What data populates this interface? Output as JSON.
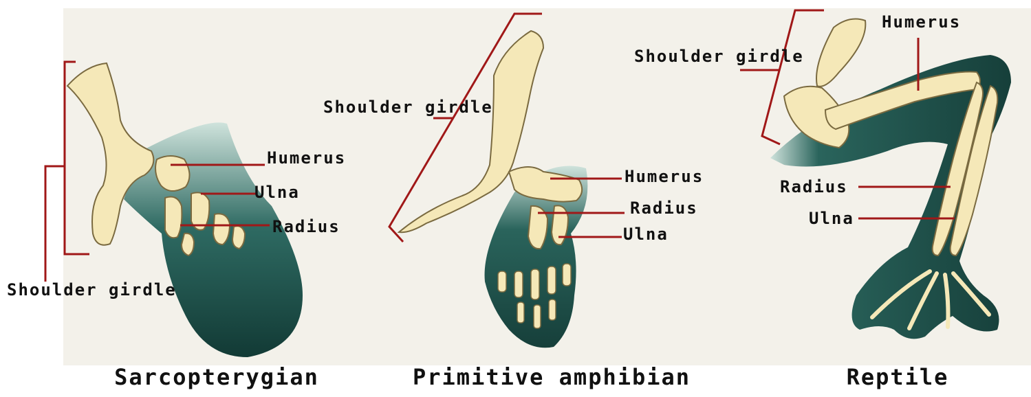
{
  "colors": {
    "bone": "#f5e8b8",
    "bone_outline": "#7a6a40",
    "flesh_dark": "#1e4e48",
    "flesh_light": "#cfe3dc",
    "leader_line": "#a01818",
    "background": "#f3f1ea"
  },
  "panels": [
    {
      "caption": "Sarcopterygian",
      "labels": {
        "shoulder_girdle": "Shoulder girdle",
        "humerus": "Humerus",
        "ulna": "Ulna",
        "radius": "Radius"
      }
    },
    {
      "caption": "Primitive amphibian",
      "labels": {
        "shoulder_girdle": "Shoulder girdle",
        "humerus": "Humerus",
        "radius": "Radius",
        "ulna": "Ulna"
      }
    },
    {
      "caption": "Reptile",
      "labels": {
        "shoulder_girdle": "Shoulder girdle",
        "humerus": "Humerus",
        "radius": "Radius",
        "ulna": "Ulna"
      }
    }
  ]
}
